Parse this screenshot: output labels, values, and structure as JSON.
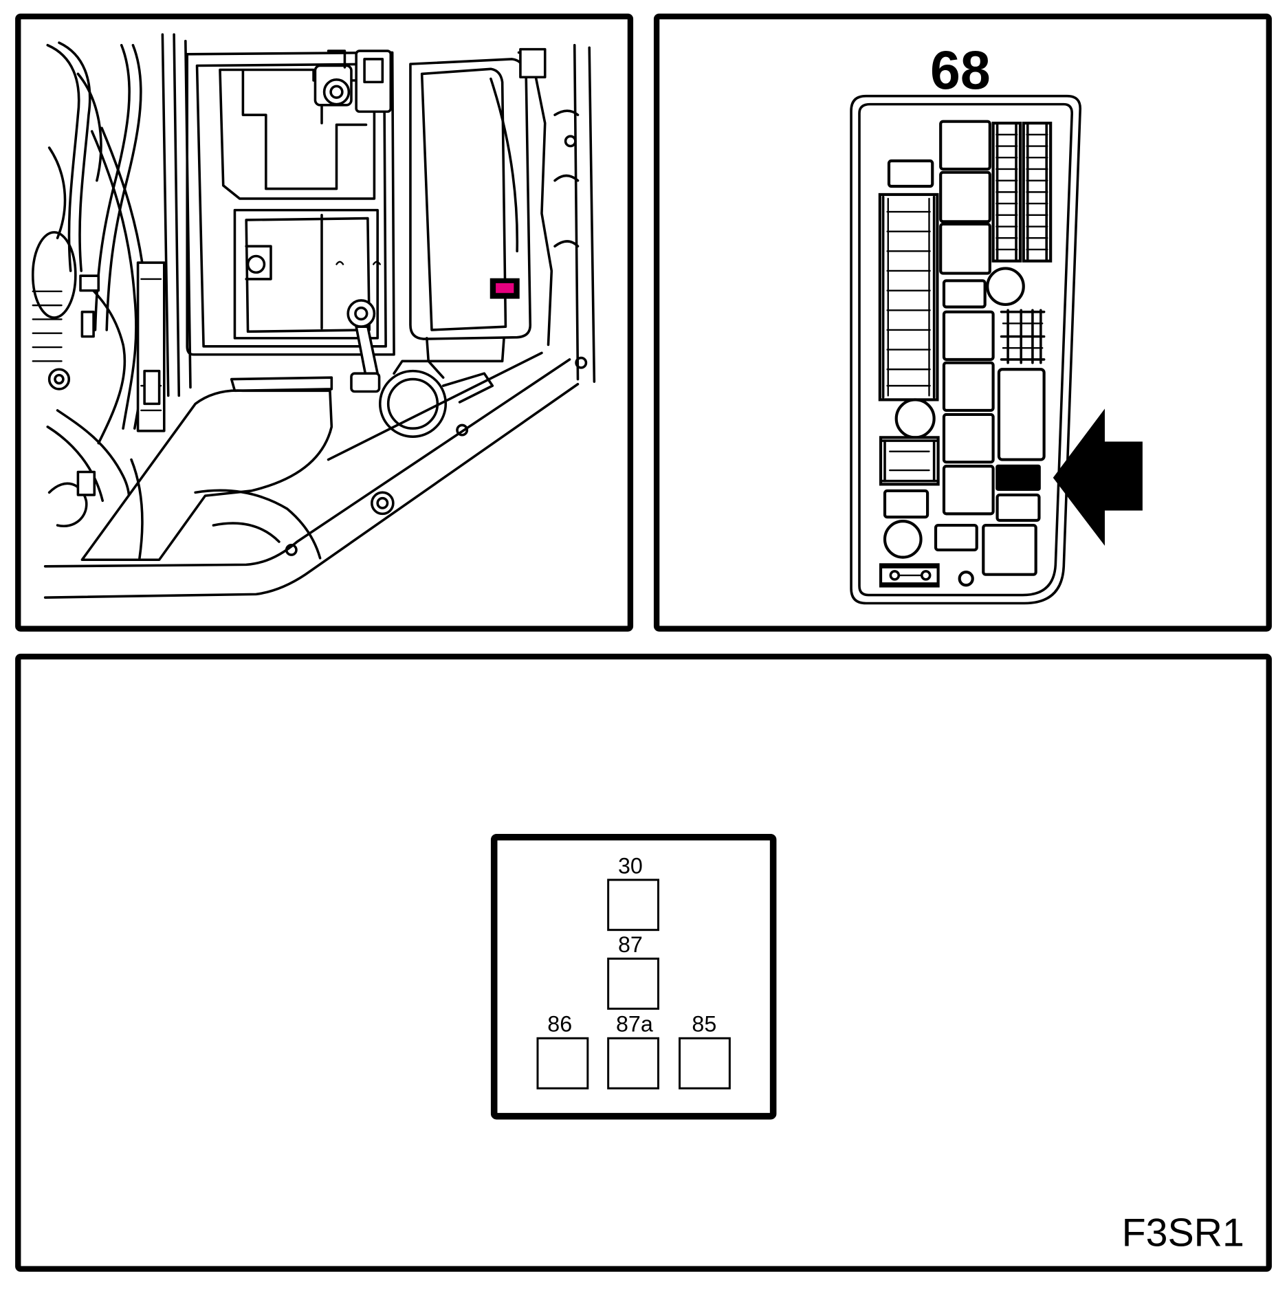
{
  "fuse_box": {
    "number": "68"
  },
  "relay_connector": {
    "pins": [
      {
        "label": "30"
      },
      {
        "label": "87"
      },
      {
        "label": "86"
      },
      {
        "label": "87a"
      },
      {
        "label": "85"
      }
    ]
  },
  "figure_code": "F3SR1",
  "colors": {
    "line": "#000000",
    "background": "#ffffff",
    "location_highlight": "#e6007e",
    "target_relay": "#000000"
  },
  "icons": {
    "pointer": "arrow-left-icon"
  }
}
